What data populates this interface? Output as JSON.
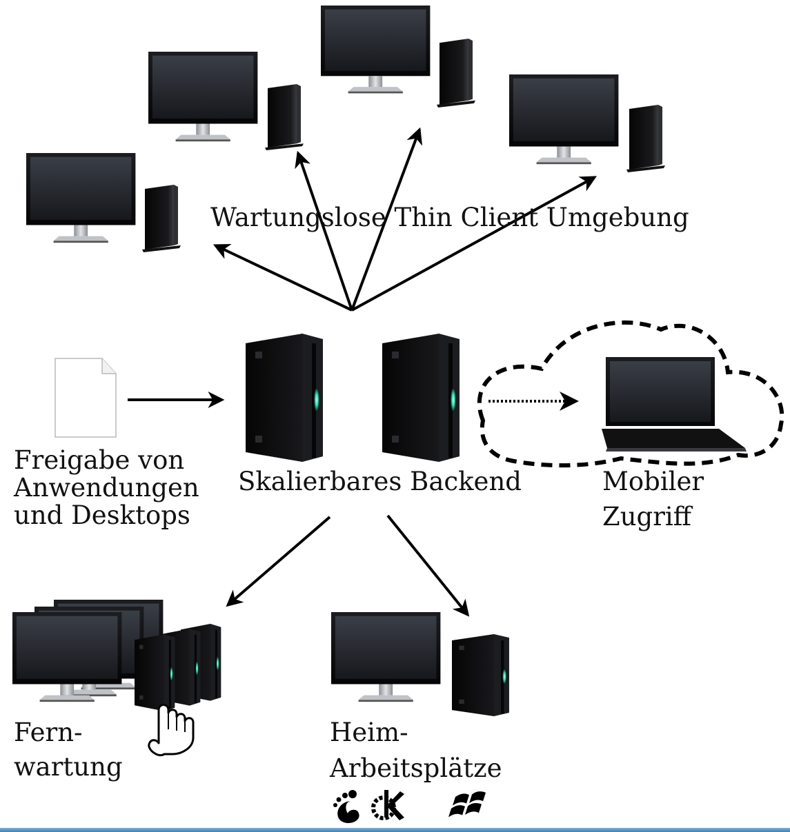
{
  "labels": {
    "thin_client": "Wartungslose Thin Client Umgebung",
    "backend": "Skalierbares Backend",
    "sharing": [
      "Freigabe von",
      "Anwendungen",
      "und Desktops"
    ],
    "mobile": [
      "Mobiler",
      "Zugriff"
    ],
    "remote": [
      "Fern-",
      "wartung"
    ],
    "home": [
      "Heim-",
      "Arbeitsplätze"
    ]
  },
  "icons": {
    "os_logos": [
      "gnome-logo",
      "kde-logo",
      "windows-logo"
    ]
  },
  "colors": {
    "background": "#ffffff",
    "device_dark": "#0b0b0d",
    "screen": "#2a2d33",
    "server_led": "#2fd9b0",
    "bottom_strip": "#3b7fb6"
  }
}
